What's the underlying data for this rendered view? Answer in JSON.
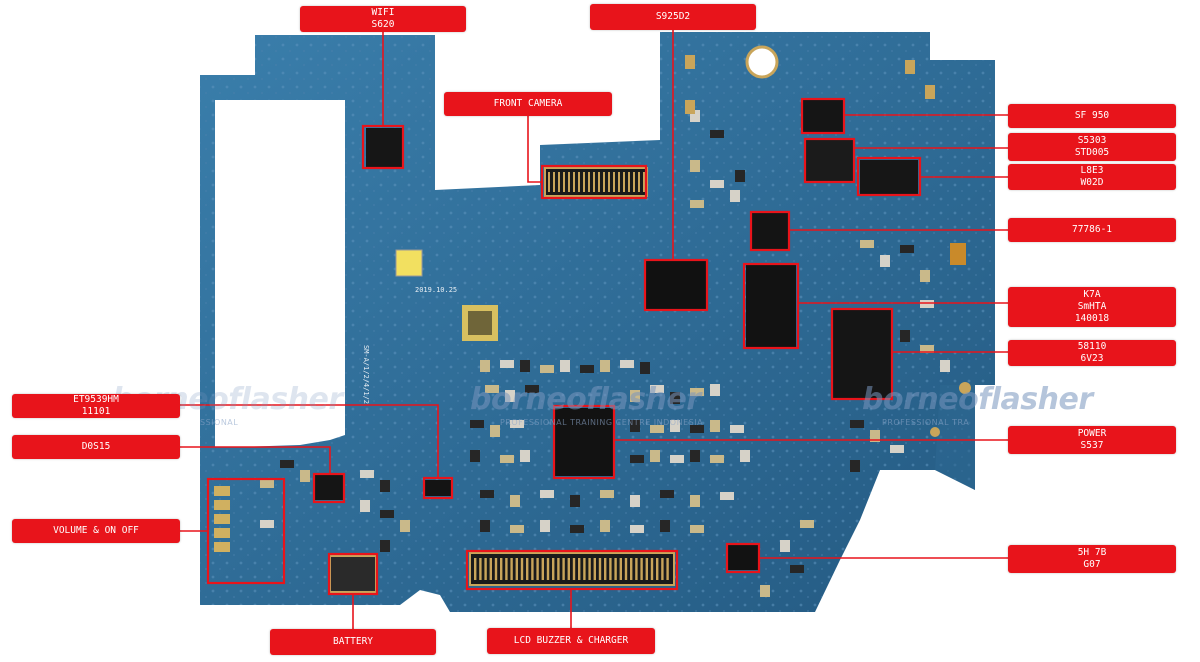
{
  "diagram": {
    "watermark_brand": "borneoflasher",
    "watermark_tagline_center": "PROFESSIONAL TRAINING CENTRE INDONESIA",
    "watermark_tagline_right": "PROFESSIONAL TRA",
    "watermark_tagline_left": "SSIONAL",
    "board_date_print": "2019.10.25",
    "accent_color": "#e8141b",
    "board_color": "#2e6d98",
    "labels": [
      {
        "id": "wifi",
        "lines": [
          "WIFI",
          "S620"
        ]
      },
      {
        "id": "s925d2",
        "lines": [
          "S925D2"
        ]
      },
      {
        "id": "front-camera",
        "lines": [
          "FRONT CAMERA"
        ]
      },
      {
        "id": "sf950",
        "lines": [
          "SF 950"
        ]
      },
      {
        "id": "s5303",
        "lines": [
          "S5303",
          "STD005"
        ]
      },
      {
        "id": "l8e3",
        "lines": [
          "L8E3",
          "W02D"
        ]
      },
      {
        "id": "77786",
        "lines": [
          "77786-1"
        ]
      },
      {
        "id": "k7a",
        "lines": [
          "K7A",
          "SmHTA",
          "140018"
        ]
      },
      {
        "id": "58110",
        "lines": [
          "58110",
          "6V23"
        ]
      },
      {
        "id": "et9539hm",
        "lines": [
          "ET9539HM",
          "11101"
        ]
      },
      {
        "id": "d0s15",
        "lines": [
          "D0S15"
        ]
      },
      {
        "id": "power",
        "lines": [
          "POWER",
          "S537"
        ]
      },
      {
        "id": "volume",
        "lines": [
          "VOLUME & ON OFF"
        ]
      },
      {
        "id": "5h7b",
        "lines": [
          "5H 7B",
          "G07"
        ]
      },
      {
        "id": "battery",
        "lines": [
          "BATTERY"
        ]
      },
      {
        "id": "lcd",
        "lines": [
          "LCD BUZZER & CHARGER"
        ]
      }
    ]
  }
}
